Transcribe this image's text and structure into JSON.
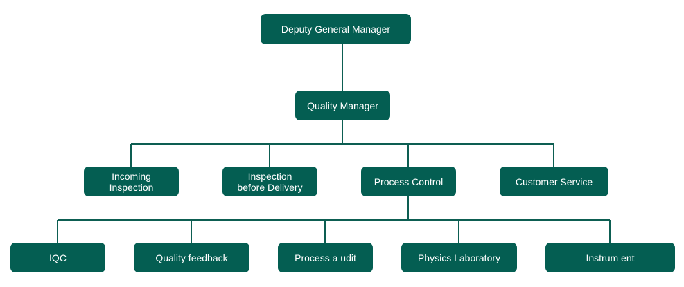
{
  "colors": {
    "node_fill": "#045e52",
    "node_text": "#ffffff",
    "connector": "#0d5e52"
  },
  "org_chart": {
    "root": {
      "label": "Deputy General Manager",
      "children": [
        {
          "label": "Quality Manager",
          "children": [
            {
              "label": "Incoming\nInspection"
            },
            {
              "label": "Inspection\nbefore Delivery"
            },
            {
              "label": "Process Control",
              "children": [
                {
                  "label": "IQC"
                },
                {
                  "label": "Quality feedback"
                },
                {
                  "label": "Process a udit"
                },
                {
                  "label": "Physics Laboratory"
                },
                {
                  "label": "Instrum ent"
                }
              ]
            },
            {
              "label": "Customer Service"
            }
          ]
        }
      ]
    }
  }
}
